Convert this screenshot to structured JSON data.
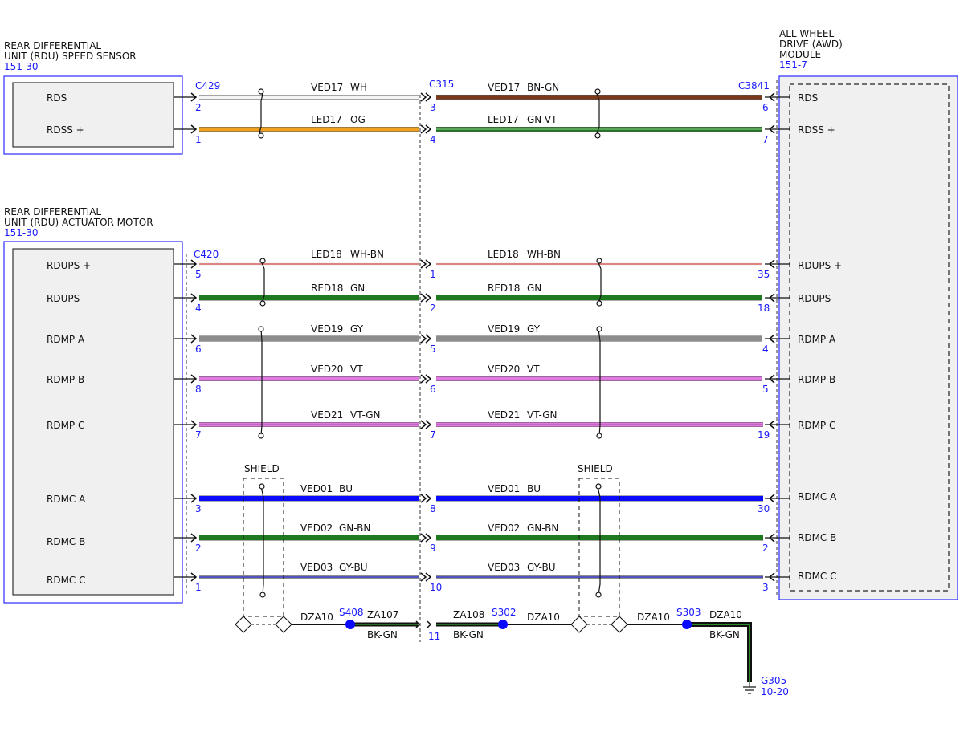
{
  "components": {
    "speed_sensor": {
      "title_line1": "REAR DIFFERENTIAL",
      "title_line2": "UNIT (RDU) SPEED SENSOR",
      "ref": "151-30",
      "pins": [
        "RDS",
        "RDSS +"
      ]
    },
    "actuator_motor": {
      "title_line1": "REAR DIFFERENTIAL",
      "title_line2": "UNIT (RDU) ACTUATOR MOTOR",
      "ref": "151-30",
      "pins": [
        "RDUPS +",
        "RDUPS -",
        "RDMP A",
        "RDMP B",
        "RDMP C",
        "RDMC A",
        "RDMC B",
        "RDMC C"
      ]
    },
    "awd_module": {
      "title_line1": "ALL WHEEL",
      "title_line2": "DRIVE (AWD)",
      "title_line3": "MODULE",
      "ref": "151-7",
      "pins": [
        "RDS",
        "RDSS +",
        "RDUPS +",
        "RDUPS -",
        "RDMP A",
        "RDMP B",
        "RDMP C",
        "RDMC A",
        "RDMC B",
        "RDMC C"
      ]
    }
  },
  "connectors": {
    "c429": "C429",
    "c420": "C420",
    "c315": "C315",
    "c3841": "C3841"
  },
  "wires": [
    {
      "left_pin": "2",
      "left_circuit": "VED17",
      "left_color": "WH",
      "mid_pin": "3",
      "right_circuit": "VED17",
      "right_color": "BN-GN",
      "right_pin": "6"
    },
    {
      "left_pin": "1",
      "left_circuit": "LED17",
      "left_color": "OG",
      "mid_pin": "4",
      "right_circuit": "LED17",
      "right_color": "GN-VT",
      "right_pin": "7"
    },
    {
      "left_pin": "5",
      "left_circuit": "LED18",
      "left_color": "WH-BN",
      "mid_pin": "1",
      "right_circuit": "LED18",
      "right_color": "WH-BN",
      "right_pin": "35"
    },
    {
      "left_pin": "4",
      "left_circuit": "RED18",
      "left_color": "GN",
      "mid_pin": "2",
      "right_circuit": "RED18",
      "right_color": "GN",
      "right_pin": "18"
    },
    {
      "left_pin": "6",
      "left_circuit": "VED19",
      "left_color": "GY",
      "mid_pin": "5",
      "right_circuit": "VED19",
      "right_color": "GY",
      "right_pin": "4"
    },
    {
      "left_pin": "8",
      "left_circuit": "VED20",
      "left_color": "VT",
      "mid_pin": "6",
      "right_circuit": "VED20",
      "right_color": "VT",
      "right_pin": "5"
    },
    {
      "left_pin": "7",
      "left_circuit": "VED21",
      "left_color": "VT-GN",
      "mid_pin": "7",
      "right_circuit": "VED21",
      "right_color": "VT-GN",
      "right_pin": "19"
    },
    {
      "left_pin": "3",
      "left_circuit": "VED01",
      "left_color": "BU",
      "mid_pin": "8",
      "right_circuit": "VED01",
      "right_color": "BU",
      "right_pin": "30"
    },
    {
      "left_pin": "2",
      "left_circuit": "VED02",
      "left_color": "GN-BN",
      "mid_pin": "9",
      "right_circuit": "VED02",
      "right_color": "GN-BN",
      "right_pin": "2"
    },
    {
      "left_pin": "1",
      "left_circuit": "VED03",
      "left_color": "GY-BU",
      "mid_pin": "10",
      "right_circuit": "VED03",
      "right_color": "GY-BU",
      "right_pin": "3"
    }
  ],
  "shield": {
    "label_left": "SHIELD",
    "label_right": "SHIELD"
  },
  "ground": {
    "dza10_a": "DZA10",
    "s408": "S408",
    "za107": "ZA107",
    "bkgn_a": "BK-GN",
    "mid_pin": "11",
    "za108": "ZA108",
    "bkgn_b": "BK-GN",
    "s302": "S302",
    "dza10_b": "DZA10",
    "dza10_c": "DZA10",
    "s303": "S303",
    "dza10_d": "DZA10",
    "bkgn_c": "BK-GN",
    "g305": "G305",
    "g305_ref": "10-20"
  },
  "colors": {
    "label_blue": "#1a1aff",
    "box_blue": "#2a2aff",
    "wire_white": "#f4f4f4",
    "wire_orange": "#f0a020",
    "wire_brown": "#7a3a1a",
    "wire_green": "#1f7a1f",
    "wire_grey": "#8c8c8c",
    "wire_violet": "#e07ae0",
    "wire_blue": "#0a0aff",
    "wire_black": "#111111"
  }
}
